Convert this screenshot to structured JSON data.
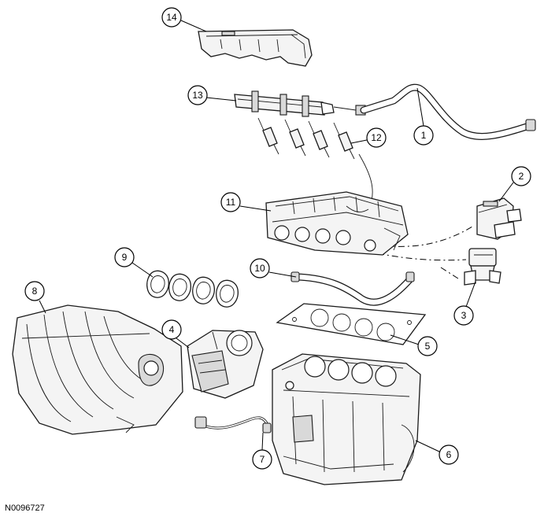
{
  "figure": {
    "id": "N0096727"
  },
  "callouts": [
    {
      "label": "1"
    },
    {
      "label": "2"
    },
    {
      "label": "3"
    },
    {
      "label": "4"
    },
    {
      "label": "5"
    },
    {
      "label": "6"
    },
    {
      "label": "7"
    },
    {
      "label": "8"
    },
    {
      "label": "9"
    },
    {
      "label": "10"
    },
    {
      "label": "11"
    },
    {
      "label": "12"
    },
    {
      "label": "13"
    },
    {
      "label": "14"
    }
  ]
}
